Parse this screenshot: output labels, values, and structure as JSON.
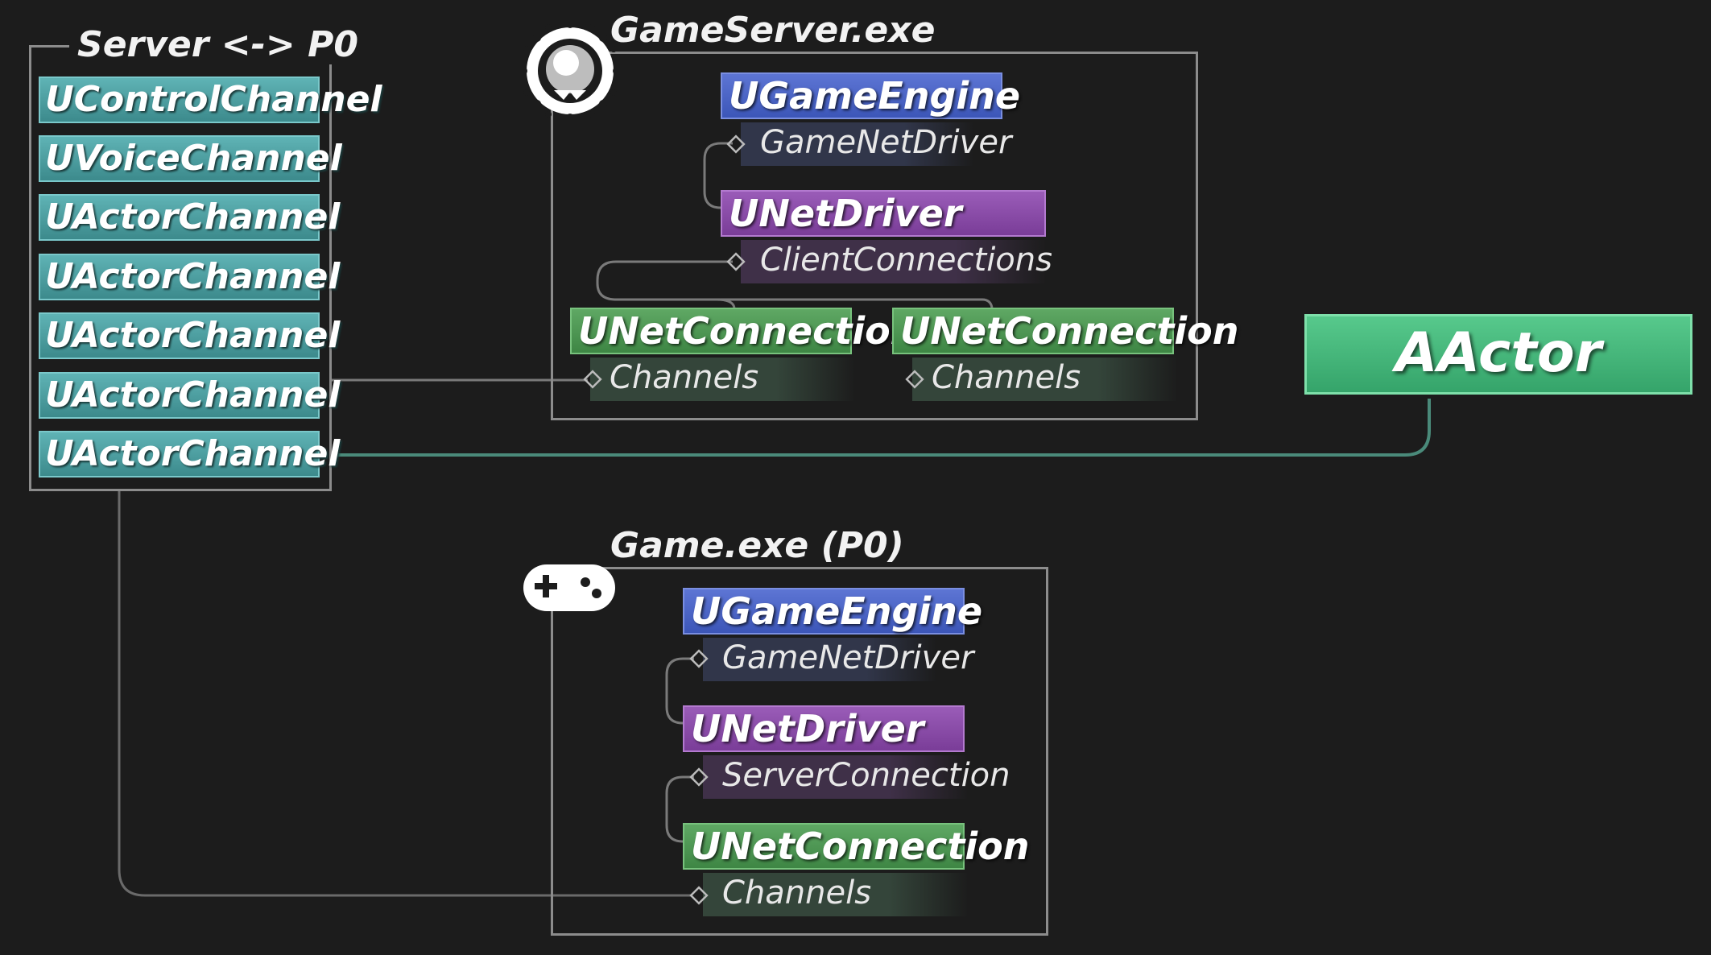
{
  "server_group": {
    "title": "Server <-> P0",
    "channels": [
      "UControlChannel",
      "UVoiceChannel",
      "UActorChannel",
      "UActorChannel",
      "UActorChannel",
      "UActorChannel",
      "UActorChannel"
    ]
  },
  "gameserver": {
    "title": "GameServer.exe",
    "icon": "unreal-logo-icon",
    "engine": "UGameEngine",
    "engine_prop": "GameNetDriver",
    "driver": "UNetDriver",
    "driver_prop": "ClientConnections",
    "conn1": "UNetConnection",
    "conn1_prop": "Channels",
    "conn2": "UNetConnection",
    "conn2_prop": "Channels"
  },
  "actor": {
    "label": "AActor"
  },
  "game": {
    "title": "Game.exe (P0)",
    "icon": "gamepad-icon",
    "engine": "UGameEngine",
    "engine_prop": "GameNetDriver",
    "driver": "UNetDriver",
    "driver_prop": "ServerConnection",
    "conn": "UNetConnection",
    "conn_prop": "Channels"
  },
  "colors": {
    "background": "#1c1c1c",
    "channel": "#4a9fa1",
    "engine": "#4a64c8",
    "driver": "#8a4aa8",
    "connection": "#4e9654",
    "actor": "#45b97a",
    "link": "#4a8a7a"
  }
}
